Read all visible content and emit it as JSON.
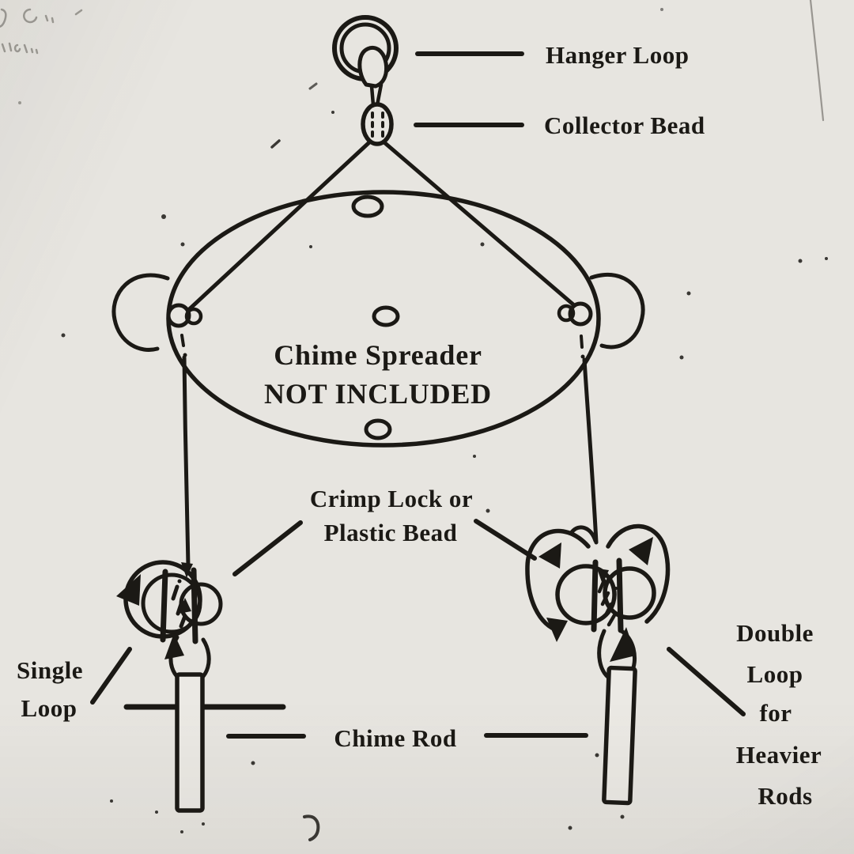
{
  "page": {
    "paper_color": "#e7e5e0",
    "ink_color": "#1b1915"
  },
  "labels": {
    "hanger_loop": "Hanger Loop",
    "collector_bead": "Collector Bead",
    "chime_spreader": [
      "Chime Spreader",
      "NOT INCLUDED"
    ],
    "crimp_lock": [
      "Crimp Lock or",
      "Plastic Bead"
    ],
    "single_loop": [
      "Single",
      "Loop"
    ],
    "chime_rod": "Chime Rod",
    "double_loop": [
      "Double",
      "Loop",
      "for",
      "Heavier",
      "Rods"
    ]
  }
}
